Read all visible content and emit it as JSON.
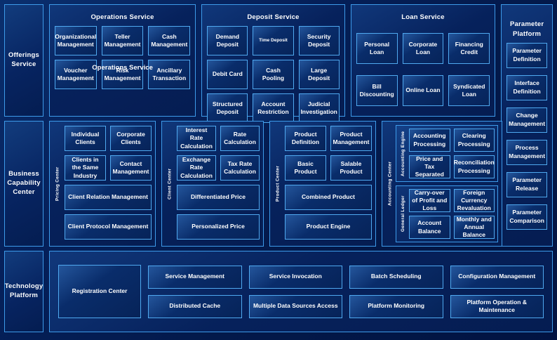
{
  "theme": {
    "background": "#03194a",
    "border_accent": "#3d9bea",
    "tile_border": "#4fa9f0",
    "text": "#ffffff"
  },
  "rows": {
    "offerings": {
      "side_label": "Offerings Service",
      "groups": {
        "operations": {
          "title": "Operations Service",
          "stray_title": "Operations Service",
          "tiles": [
            "Organizational Management",
            "Teller Management",
            "Cash Management",
            "Voucher Management",
            "Risk Management",
            "Ancillary Transaction"
          ]
        },
        "deposit": {
          "title": "Deposit Service",
          "tiles": [
            "Demand Deposit",
            "Time Deposit",
            "Security Deposit",
            "Debit Card",
            "Cash Pooling",
            "Large Deposit",
            "Structured Deposit",
            "Account Restriction",
            "Judicial Investigation"
          ],
          "small_tiles": [
            "Time Deposit"
          ]
        },
        "loan": {
          "title": "Loan Service",
          "tiles": [
            "Personal Loan",
            "Corporate Loan",
            "Financing Credit",
            "Bill Discounting",
            "Online Loan",
            "Syndicated Loan"
          ]
        },
        "parameter_platform": {
          "title": "Parameter Platform",
          "tiles": [
            "Parameter Definition",
            "Interface Definition",
            "Change Management",
            "Process Management",
            "Parameter Release",
            "Parameter Comparison"
          ]
        }
      }
    },
    "business_capability": {
      "side_label": "Business Capability Center",
      "groups": [
        {
          "vlabel": "Pricing Center",
          "tiles": [
            {
              "label": "Individual Clients",
              "span": "half"
            },
            {
              "label": "Corporate Clients",
              "span": "half"
            },
            {
              "label": "Clients in the Same Industry",
              "span": "half"
            },
            {
              "label": "Contact Management",
              "span": "half"
            },
            {
              "label": "Client Relation Management",
              "span": "full"
            },
            {
              "label": "Client Protocol Management",
              "span": "full"
            }
          ]
        },
        {
          "vlabel": "Client Center",
          "tiles": [
            {
              "label": "Interest Rate Calculation",
              "span": "half"
            },
            {
              "label": "Rate Calculation",
              "span": "half"
            },
            {
              "label": "Exchange Rate Calculation",
              "span": "half"
            },
            {
              "label": "Tax Rate Calculation",
              "span": "half"
            },
            {
              "label": "Differentiated Price",
              "span": "full"
            },
            {
              "label": "Personalized Price",
              "span": "full"
            }
          ]
        },
        {
          "vlabel": "Product Center",
          "tiles": [
            {
              "label": "Product Definition",
              "span": "half"
            },
            {
              "label": "Product Management",
              "span": "half"
            },
            {
              "label": "Basic Product",
              "span": "half"
            },
            {
              "label": "Salable Product",
              "span": "half"
            },
            {
              "label": "Combined Product",
              "span": "full"
            },
            {
              "label": "Product Engine",
              "span": "full"
            }
          ]
        }
      ],
      "accounting": {
        "vlabel": "Accounting Center",
        "subgroups": [
          {
            "vlabel": "Accounting Engine",
            "tiles": [
              "Accounting Processing",
              "Clearing Processing",
              "Price and Tax Separated",
              "Reconciliation Processing"
            ]
          },
          {
            "vlabel": "General Ledger",
            "tiles": [
              "Carry-over of Profit and Loss",
              "Foreign Currency Revaluation",
              "Account Balance",
              "Monthly and Annual Balance"
            ]
          }
        ]
      }
    },
    "technology": {
      "side_label": "Technology Platform",
      "registration": "Registration Center",
      "columns": [
        [
          "Service Management",
          "Distributed Cache"
        ],
        [
          "Service Invocation",
          "Multiple Data Sources Access"
        ],
        [
          "Batch Scheduling",
          "Platform Monitoring"
        ],
        [
          "Configuration Management",
          "Platform Operation & Maintenance"
        ]
      ]
    }
  }
}
